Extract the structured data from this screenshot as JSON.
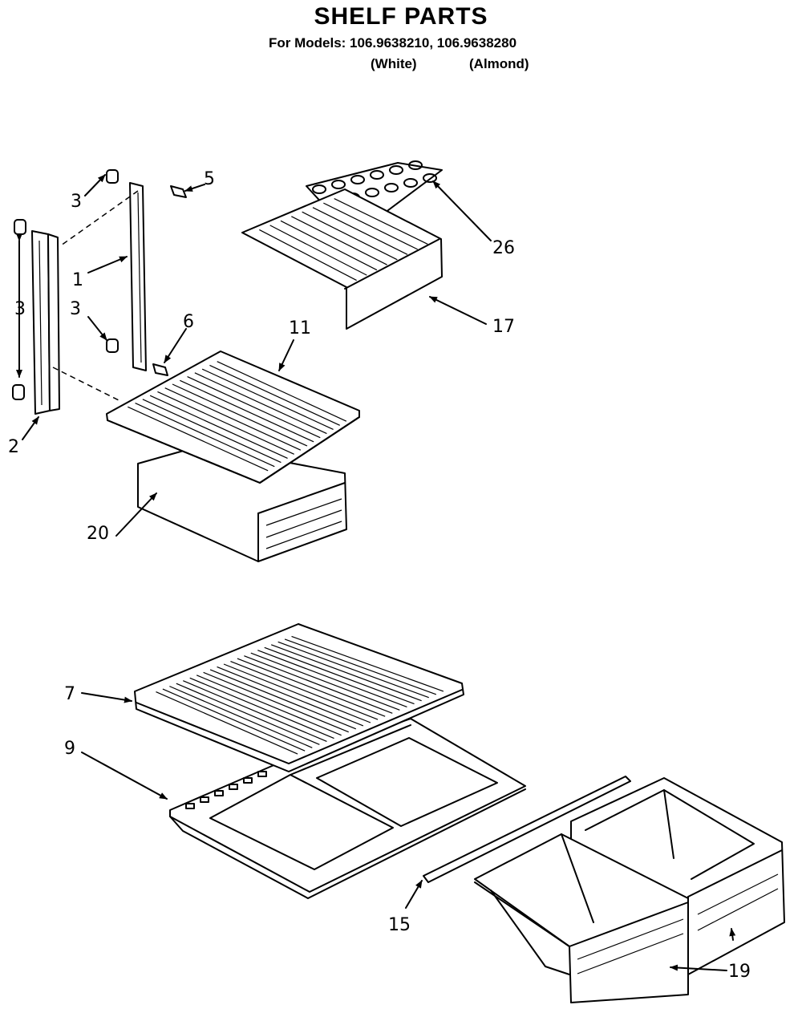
{
  "header": {
    "title": "SHELF PARTS",
    "models_line": "For Models: 106.9638210, 106.9638280",
    "variant_white": "(White)",
    "variant_almond": "(Almond)"
  },
  "callouts": {
    "c1": "1",
    "c2": "2",
    "c3a": "3",
    "c3b": "3",
    "c3c": "3",
    "c5": "5",
    "c6": "6",
    "c7": "7",
    "c9": "9",
    "c11": "11",
    "c15": "15",
    "c17": "17",
    "c19": "19",
    "c20": "20",
    "c26": "26"
  }
}
